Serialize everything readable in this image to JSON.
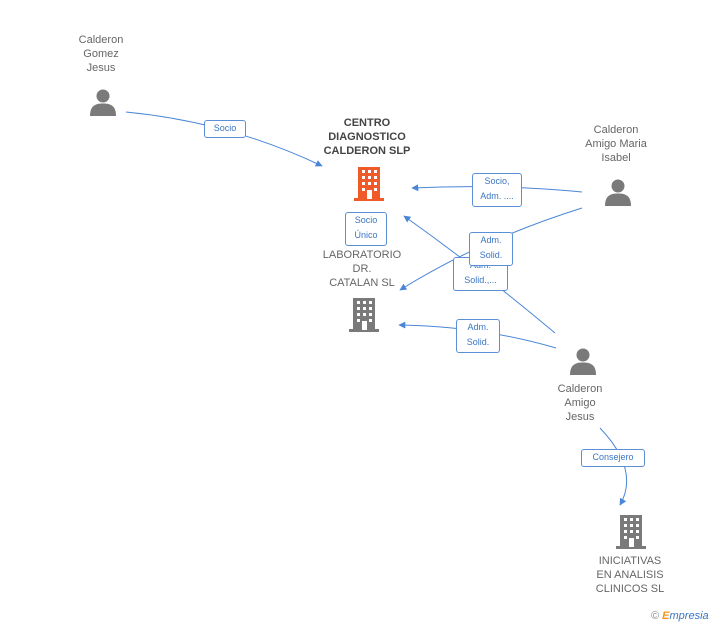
{
  "colors": {
    "edge": "#4a86d8",
    "person": "#7a7a7a",
    "company": "#7a7a7a",
    "company_main": "#f05a28"
  },
  "nodes": {
    "calderon_gomez": {
      "label": "Calderon\nGomez\nJesus",
      "icon": "person-icon"
    },
    "centro": {
      "label": "CENTRO\nDIAGNOSTICO\nCALDERON SLP",
      "icon": "building-icon"
    },
    "calderon_maria": {
      "label": "Calderon\nAmigo Maria\nIsabel",
      "icon": "person-icon"
    },
    "laboratorio": {
      "label": "LABORATORIO\nDR.\nCATALAN  SL",
      "icon": "building-icon"
    },
    "calderon_jesus": {
      "label": "Calderon\nAmigo\nJesus",
      "icon": "person-icon"
    },
    "iniciativas": {
      "label": "INICIATIVAS\nEN ANALISIS\nCLINICOS  SL",
      "icon": "building-icon"
    }
  },
  "edges": [
    {
      "label": "Socio"
    },
    {
      "label": "Socio,\nAdm. ...."
    },
    {
      "label": "Socio\nÚnico"
    },
    {
      "label": "Adm.\nSolid."
    },
    {
      "label": "Adm.\nSolid.,..."
    },
    {
      "label": "Adm.\nSolid."
    },
    {
      "label": "Consejero"
    }
  ],
  "watermark": {
    "symbol": "©",
    "brand_first": "E",
    "brand_rest": "mpresia"
  }
}
